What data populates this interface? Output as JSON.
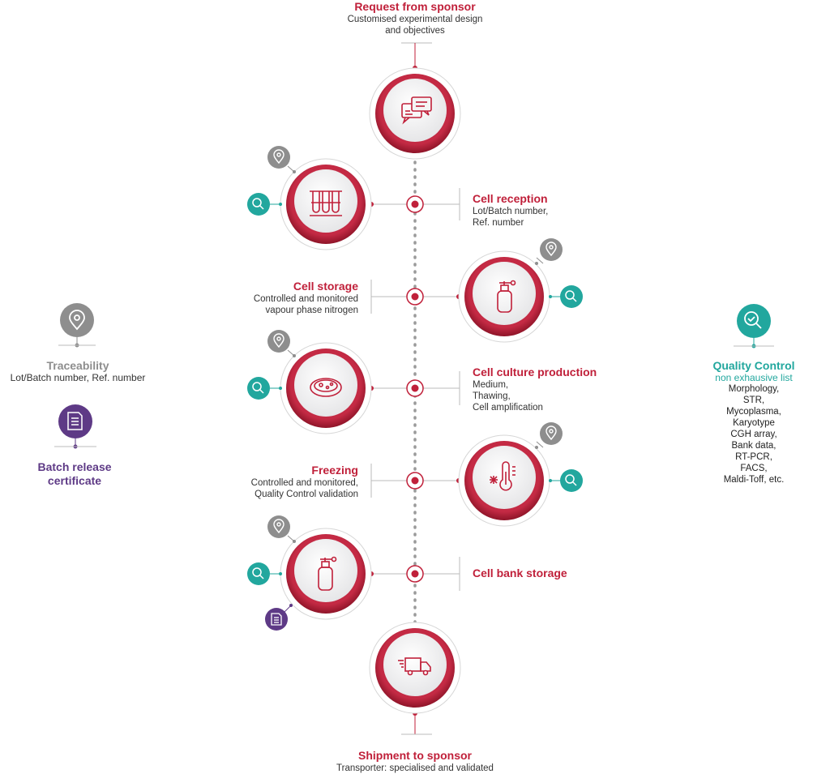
{
  "steps": {
    "request": {
      "title": "Request from sponsor",
      "desc1": "Customised experimental design",
      "desc2": "and objectives"
    },
    "reception": {
      "title": "Cell reception",
      "desc1": "Lot/Batch number,",
      "desc2": "Ref. number"
    },
    "storage": {
      "title": "Cell storage",
      "desc1": "Controlled and monitored",
      "desc2": "vapour phase nitrogen"
    },
    "culture": {
      "title": "Cell culture production",
      "desc1": "Medium,",
      "desc2": "Thawing,",
      "desc3": "Cell amplification"
    },
    "freezing": {
      "title": "Freezing",
      "desc1": "Controlled and monitored,",
      "desc2": "Quality Control validation"
    },
    "bank": {
      "title": "Cell bank storage"
    },
    "shipment": {
      "title": "Shipment to sponsor",
      "desc1": "Transporter: specialised and validated"
    }
  },
  "legend": {
    "traceability": {
      "title": "Traceability",
      "desc": "Lot/Batch number, Ref. number"
    },
    "batch": {
      "title1": "Batch release",
      "title2": "certificate"
    },
    "qc": {
      "title": "Quality Control",
      "subtitle": "non exhausive list",
      "items": [
        "Morphology,",
        "STR,",
        "Mycoplasma,",
        "Karyotype",
        "CGH array,",
        "Bank data,",
        "RT-PCR,",
        "FACS,",
        "Maldi-Toff, etc."
      ]
    }
  },
  "colors": {
    "red": "#c0203a",
    "teal": "#22a79e",
    "gray": "#8e8e8e",
    "purple": "#5e3a86"
  }
}
